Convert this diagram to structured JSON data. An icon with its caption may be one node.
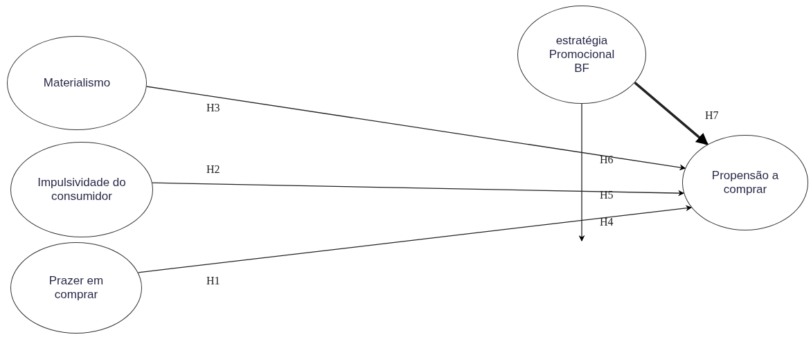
{
  "diagram": {
    "nodes": [
      {
        "text": [
          "Materialismo"
        ]
      },
      {
        "text": [
          "Impulsividade do consumidor"
        ]
      },
      {
        "text": [
          "Prazer em comprar"
        ]
      },
      {
        "text": [
          "estratégia Promocional BF"
        ]
      },
      {
        "text": [
          "Propensão a comprar"
        ]
      }
    ],
    "edges": [
      {
        "from": 0,
        "to": 4,
        "arrow": "to",
        "label": "H3"
      },
      {
        "from": 1,
        "to": 4,
        "arrow": "to",
        "label": "H2"
      },
      {
        "from": 2,
        "to": 4,
        "arrow": "to",
        "label": "H1"
      },
      {
        "from": 3,
        "to": null,
        "arrow": "to"
      },
      {
        "from": 3,
        "to": 4,
        "arrow": "to",
        "label": "H7",
        "style": "thick"
      }
    ],
    "labels": [
      "H6",
      "H5",
      "H4"
    ]
  }
}
